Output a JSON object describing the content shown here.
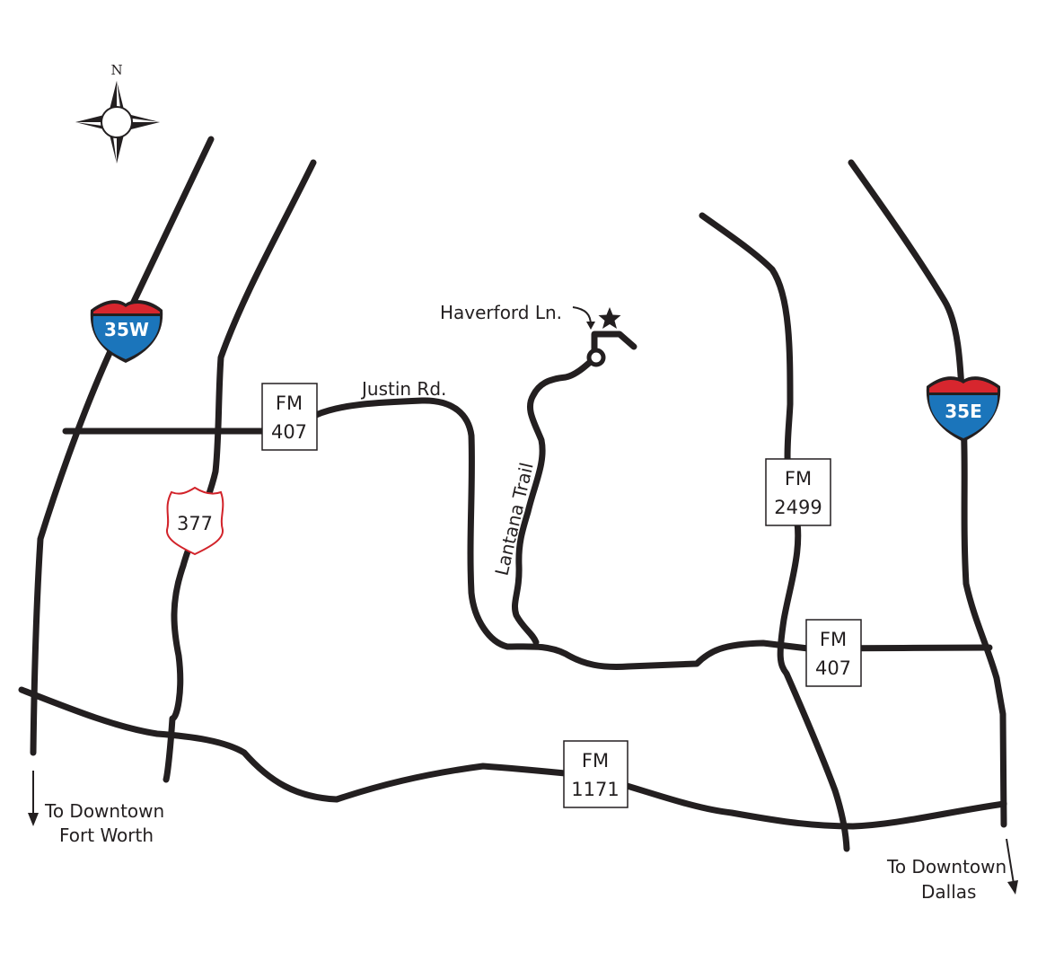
{
  "compass": {
    "north_label": "N"
  },
  "colors": {
    "road": "#231f20",
    "interstate_red": "#d7262e",
    "interstate_blue": "#1b75bb",
    "us_route_red": "#d2232a",
    "background": "#ffffff"
  },
  "interstates": {
    "i35w": {
      "label": "35W"
    },
    "i35e": {
      "label": "35E"
    }
  },
  "us_routes": {
    "us377": {
      "label": "377"
    }
  },
  "fm_markers": {
    "fm407_west": {
      "line1": "FM",
      "line2": "407"
    },
    "fm407_east": {
      "line1": "FM",
      "line2": "407"
    },
    "fm2499": {
      "line1": "FM",
      "line2": "2499"
    },
    "fm1171": {
      "line1": "FM",
      "line2": "1171"
    }
  },
  "street_labels": {
    "justin_rd": "Justin Rd.",
    "lantana_trail": "Lantana Trail",
    "haverford_ln": "Haverford Ln."
  },
  "destinations": {
    "fort_worth": {
      "line1": "To Downtown",
      "line2": "Fort Worth"
    },
    "dallas": {
      "line1": "To Downtown",
      "line2": "Dallas"
    }
  },
  "destination_marker": {
    "icon": "star-icon"
  }
}
